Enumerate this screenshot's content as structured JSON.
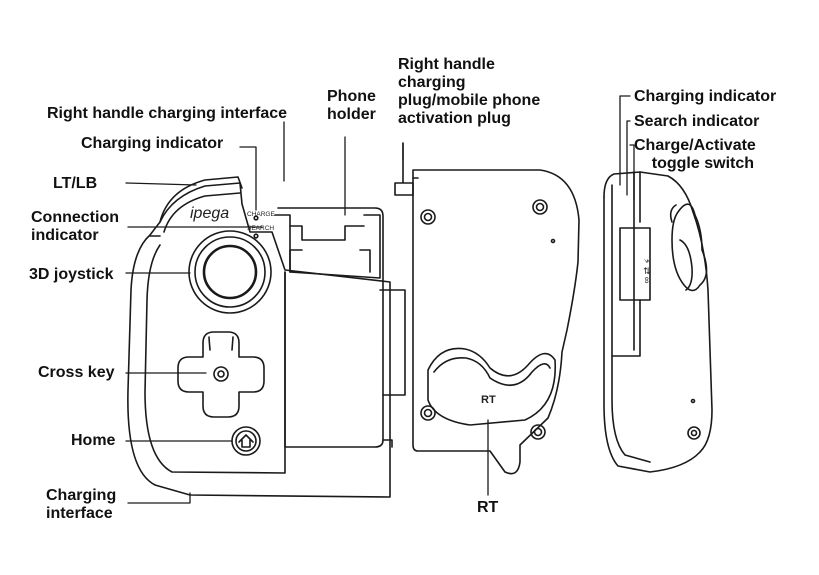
{
  "labels": {
    "right_handle_charging_interface": "Right handle charging interface",
    "charging_indicator_left": "Charging indicator",
    "lt_lb": "LT/LB",
    "connection_indicator": "Connection\nindicator",
    "joystick_3d": "3D joystick",
    "cross_key": "Cross key",
    "home": "Home",
    "charging_interface": "Charging\ninterface",
    "phone_holder": "Phone\nholder",
    "right_handle_plug": "Right handle\ncharging\nplug/mobile phone\nactivation plug",
    "rt": "RT",
    "charging_indicator_right": "Charging indicator",
    "search_indicator": "Search indicator",
    "charge_activate_switch": "Charge/Activate\n    toggle switch"
  },
  "device_text": {
    "brand": "ipega",
    "charge": "CHARGE",
    "search": "SEARCH",
    "rt_button": "RT"
  },
  "colors": {
    "line": "#1a1a1a",
    "label": "#111111"
  }
}
